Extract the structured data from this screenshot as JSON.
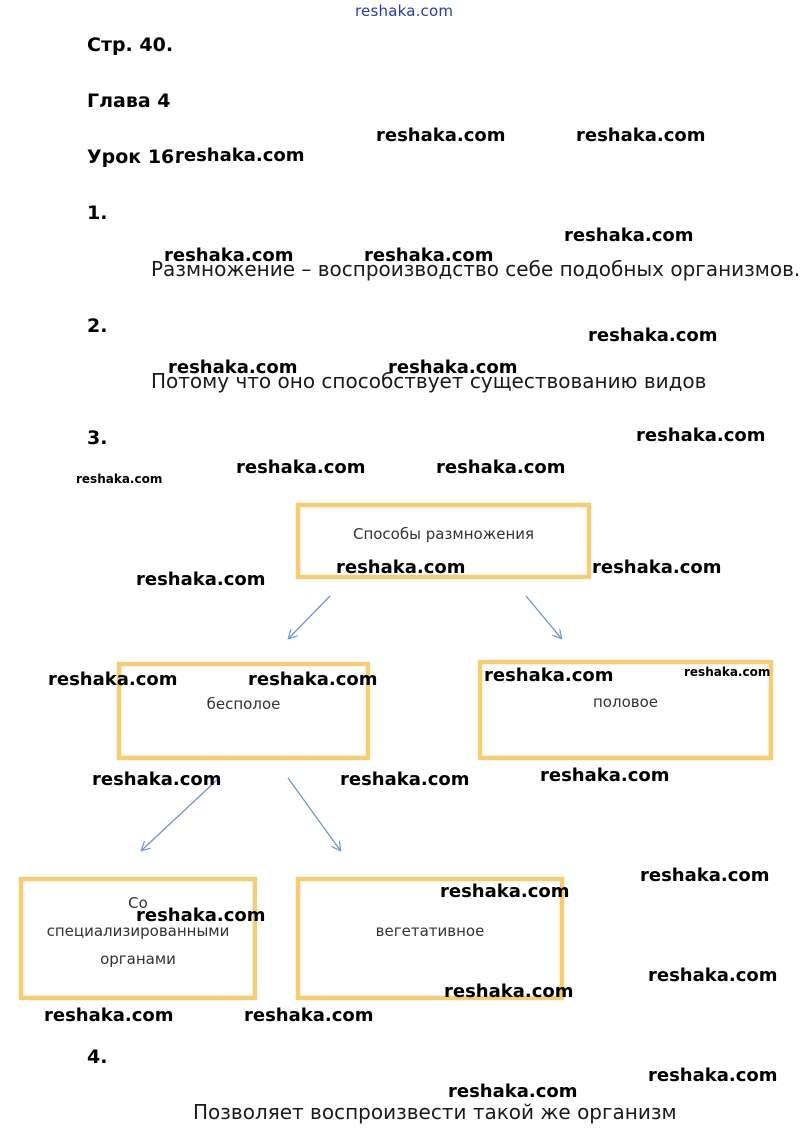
{
  "header": {
    "site": "reshaka.com"
  },
  "page_ref": "Стр. 40.",
  "chapter": "Глава 4",
  "lesson": "Урок 16.",
  "questions": [
    {
      "number": "1.",
      "answer": "Размножение – воспроизводство себе подобных организмов."
    },
    {
      "number": "2.",
      "answer": "Потому что оно способствует существованию видов"
    },
    {
      "number": "3.",
      "answer": ""
    },
    {
      "number": "4.",
      "answer": "Позволяет воспроизвести такой же организм"
    }
  ],
  "diagram": {
    "root": "Способы размножения",
    "asexual": "бесполое",
    "sexual": "половое",
    "specialized_line1": "Со",
    "specialized_line2": "специализированными",
    "specialized_line3": "органами",
    "vegetative": "вегетативное"
  },
  "watermark": "reshaka.com",
  "colors": {
    "box_border": "#f5cd73",
    "arrow": "#6f95d8",
    "site_link": "#2a3aa8"
  }
}
